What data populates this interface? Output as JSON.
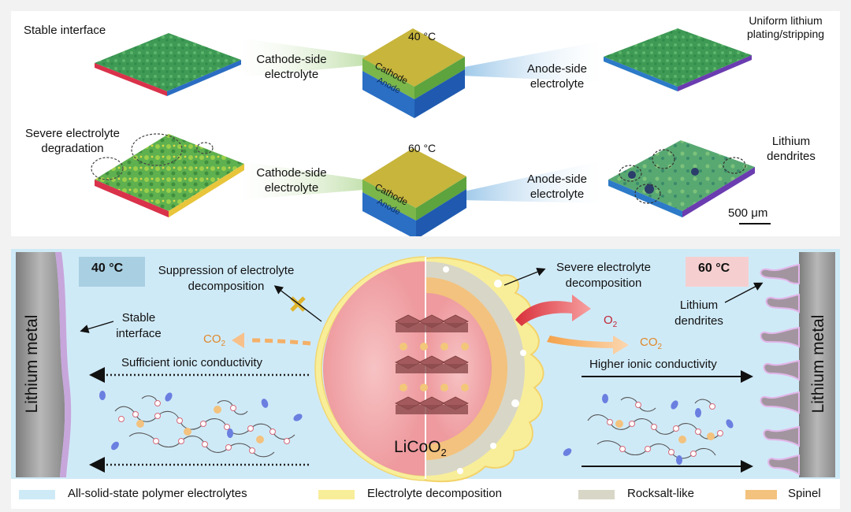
{
  "top": {
    "labels": {
      "stable_interface": "Stable interface",
      "uniform_line1": "Uniform lithium",
      "uniform_line2": "plating/stripping",
      "severe_line1": "Severe electrolyte",
      "severe_line2": "degradation",
      "lithium_line1": "Lithium",
      "lithium_line2": "dendrites",
      "cathode_side_line1": "Cathode-side",
      "cathode_side_line2": "electrolyte",
      "anode_side_line1": "Anode-side",
      "anode_side_line2": "electrolyte",
      "cathode_layer": "Cathode",
      "anode_layer": "Anode",
      "temp_40": "40 °C",
      "temp_60": "60 °C",
      "scale_bar": "500 μm"
    }
  },
  "bottom": {
    "lithium_metal": "Lithium metal",
    "temp_40": "40 °C",
    "temp_60": "60 °C",
    "suppression_line1": "Suppression of electrolyte",
    "suppression_line2": "decomposition",
    "stable_line1": "Stable",
    "stable_line2": "interface",
    "co2": "CO",
    "co2_sub": "2",
    "o2": "O",
    "o2_sub": "2",
    "severe_line1": "Severe electrolyte",
    "severe_line2": "decomposition",
    "dendrites_line1": "Lithium",
    "dendrites_line2": "dendrites",
    "sufficient": "Sufficient ionic conductivity",
    "higher": "Higher ionic conductivity",
    "licoo2": "LiCoO",
    "licoo2_sub": "2"
  },
  "legend": [
    {
      "label": "All-solid-state polymer electrolytes",
      "color": "#cfeaf7"
    },
    {
      "label": "Electrolyte decomposition",
      "color": "#f8ee9a"
    },
    {
      "label": "Rocksalt-like",
      "color": "#d8d6c6"
    },
    {
      "label": "Spinel",
      "color": "#f3c27e"
    }
  ],
  "colors": {
    "electrolyte_bg": "#cfeaf7",
    "temp_40_box": "#a9cfe2",
    "temp_60_box": "#f5cfcf",
    "lithium_metal": "#9a9a9a",
    "particle_core": "#f2a5a8",
    "decomposition": "#f8ee9a"
  }
}
